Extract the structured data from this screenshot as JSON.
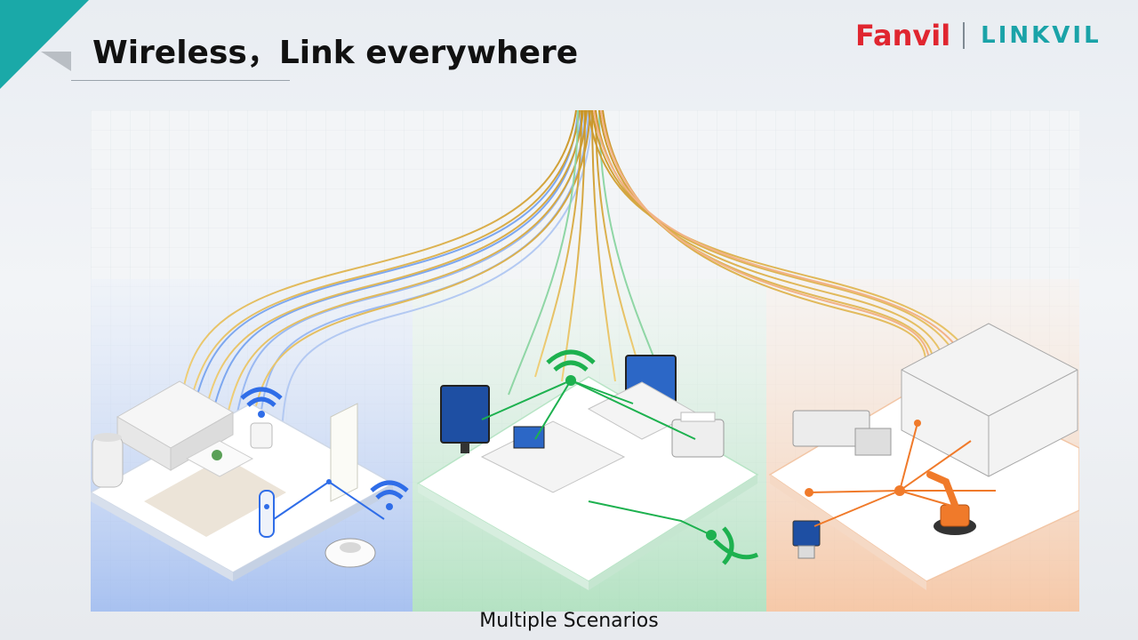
{
  "slide": {
    "title": "Wireless，Link everywhere",
    "caption": "Multiple Scenarios"
  },
  "logos": {
    "brand_primary": "Fanvil",
    "brand_secondary": "LINKVIL"
  },
  "colors": {
    "teal_accent": "#1aa9a8",
    "fanvil_red": "#e02630",
    "linkvil_teal": "#1aa3a8",
    "home_blue": "#2f6de8",
    "office_green": "#1db14f",
    "factory_orange": "#f07a2a",
    "cable_gold": "#d9a93a"
  },
  "scenes": [
    {
      "name": "home",
      "icons": [
        "sofa-icon",
        "air-purifier-icon",
        "smart-lock-icon",
        "robot-vacuum-icon",
        "wifi-hub-icon",
        "door-icon"
      ]
    },
    {
      "name": "office",
      "icons": [
        "monitor-icon",
        "laptop-icon",
        "printer-icon",
        "wifi-access-point-icon",
        "desk-icon"
      ]
    },
    {
      "name": "factory",
      "icons": [
        "robot-arm-icon",
        "control-station-icon",
        "production-line-icon",
        "wifi-node-icon"
      ]
    }
  ]
}
